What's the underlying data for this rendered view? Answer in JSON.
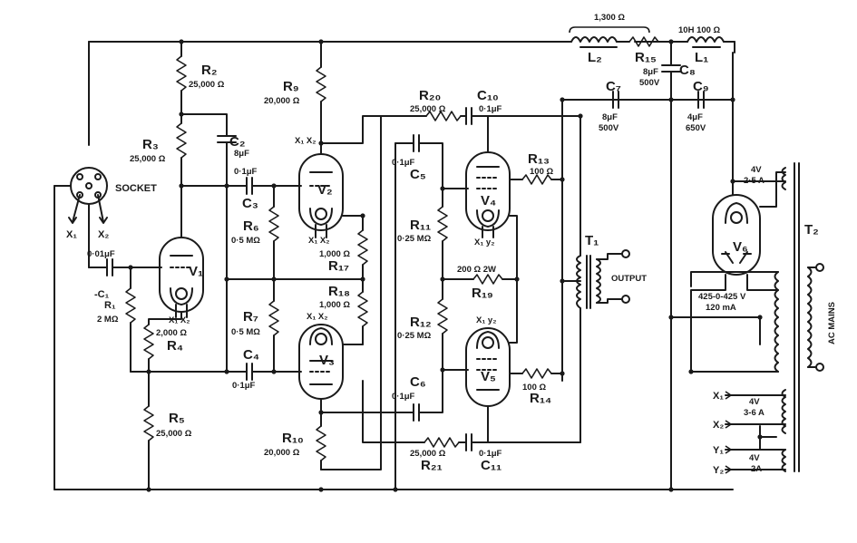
{
  "labels": {
    "socket": "SOCKET",
    "x1_socket": "X₁",
    "x2_socket": "X₂",
    "c1_value": "0·01μF",
    "c1_name": "-C₁",
    "r1_name": "R₁",
    "r1_value": "2 MΩ",
    "r2_name": "R₂",
    "r2_value": "25,000 Ω",
    "r3_name": "R₃",
    "r3_value": "25,000 Ω",
    "r4_value": "2,000 Ω",
    "r4_name": "R₄",
    "r5_name": "R₅",
    "r5_value": "25,000 Ω",
    "v1_name": "V₁",
    "v1_pins": "X₁ X₂",
    "c2_name": "C₂",
    "c2_value": "8μF",
    "c3_value": "0·1μF",
    "c3_name": "C₃",
    "c4_name": "C₄",
    "c4_value": "0·1μF",
    "r6_name": "R₆",
    "r6_value": "0·5 MΩ",
    "r7_name": "R₇",
    "r7_value": "0·5 MΩ",
    "r9_name": "R₉",
    "r9_value": "20,000 Ω",
    "r10_name": "R₁₀",
    "r10_value": "20,000 Ω",
    "v2_name": "V₂",
    "v2_pins": "X₁ X₂",
    "v3_name": "V₃",
    "v3_pins": "X₁ X₂",
    "r17_value": "1,000 Ω",
    "r17_name": "R₁₇",
    "r18_name": "R₁₈",
    "r18_value": "1,000 Ω",
    "r20_name": "R₂₀",
    "r20_value": "25,000 Ω",
    "c10_name": "C₁₀",
    "c10_value": "0·1μF",
    "c5_value": "0·1μF",
    "c5_name": "C₅",
    "r11_name": "R₁₁",
    "r11_value": "0·25 MΩ",
    "r12_name": "R₁₂",
    "r12_value": "0·25 MΩ",
    "c6_name": "C₆",
    "c6_value": "0·1μF",
    "r21_value": "25,000 Ω",
    "r21_name": "R₂₁",
    "c11_value": "0·1μF",
    "c11_name": "C₁₁",
    "v4_name": "V₄",
    "v4_pins": "X₁ y₂",
    "v5_name": "V₅",
    "v5_pins": "X₁ y₂",
    "r13_name": "R₁₃",
    "r13_value": "100 Ω",
    "r14_value": "100 Ω",
    "r14_name": "R₁₄",
    "r19_value": "200 Ω 2W",
    "r19_name": "R₁₉",
    "t1_name": "T₁",
    "output": "OUTPUT",
    "l2_top": "1,300 Ω",
    "l2_name": "L₂",
    "r15_name": "R₁₅",
    "l1_top": "10H 100 Ω",
    "l1_name": "L₁",
    "c8_value": "8μF",
    "c8_volt": "500V",
    "c8_name": "C₈",
    "c7_name": "C₇",
    "c7_value": "8μF",
    "c7_volt": "500V",
    "c9_name": "C₉",
    "c9_value": "4μF",
    "c9_volt": "650V",
    "v6_name": "V₆",
    "t2_name": "T₂",
    "ht_winding": "425-0-425 V",
    "ht_current": "120 mA",
    "rect_heater_v": "4V",
    "rect_heater_a": "2·5 A",
    "x1_heater": "X₁",
    "x2_heater": "X₂",
    "heater1_v": "4V",
    "heater1_a": "3-6 A",
    "y1_heater": "Y₁",
    "y2_heater": "Y₂",
    "heater2_v": "4V",
    "heater2_a": "2A",
    "ac_mains": "AC MAINS"
  }
}
